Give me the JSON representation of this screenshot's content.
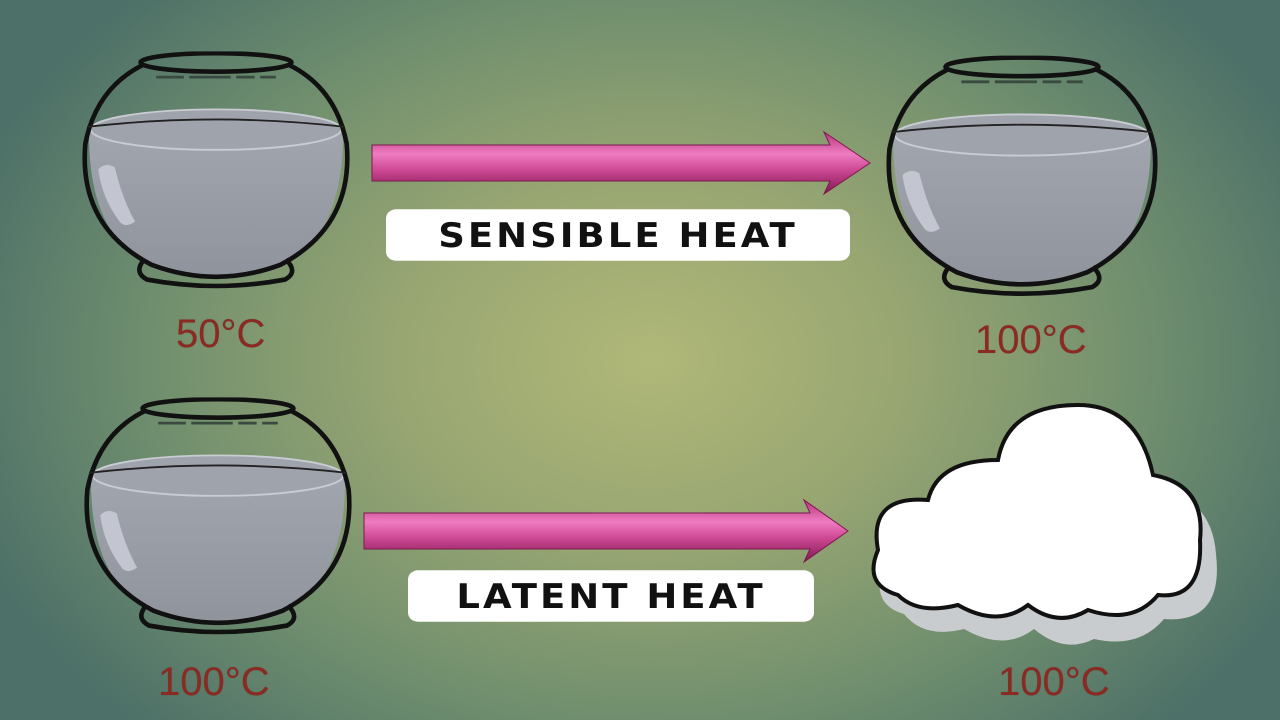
{
  "diagram": {
    "rows": [
      {
        "name": "sensible",
        "process_label": "SENSIBLE HEAT",
        "from": {
          "object": "bowl-of-water",
          "temperature": "50°C"
        },
        "to": {
          "object": "bowl-of-water",
          "temperature": "100°C"
        }
      },
      {
        "name": "latent",
        "process_label": "LATENT HEAT",
        "from": {
          "object": "bowl-of-water",
          "temperature": "100°C"
        },
        "to": {
          "object": "cloud-of-vapor",
          "temperature": "100°C"
        }
      }
    ],
    "colors": {
      "arrow": "#d04a96",
      "arrow_dark": "#8e1e5c",
      "water": "#9a9da6",
      "temperature_text": "#8a2a22",
      "label_bg": "#ffffff",
      "label_text": "#111111",
      "background_center": "#b0b878",
      "background_edge": "#4d7068"
    }
  }
}
